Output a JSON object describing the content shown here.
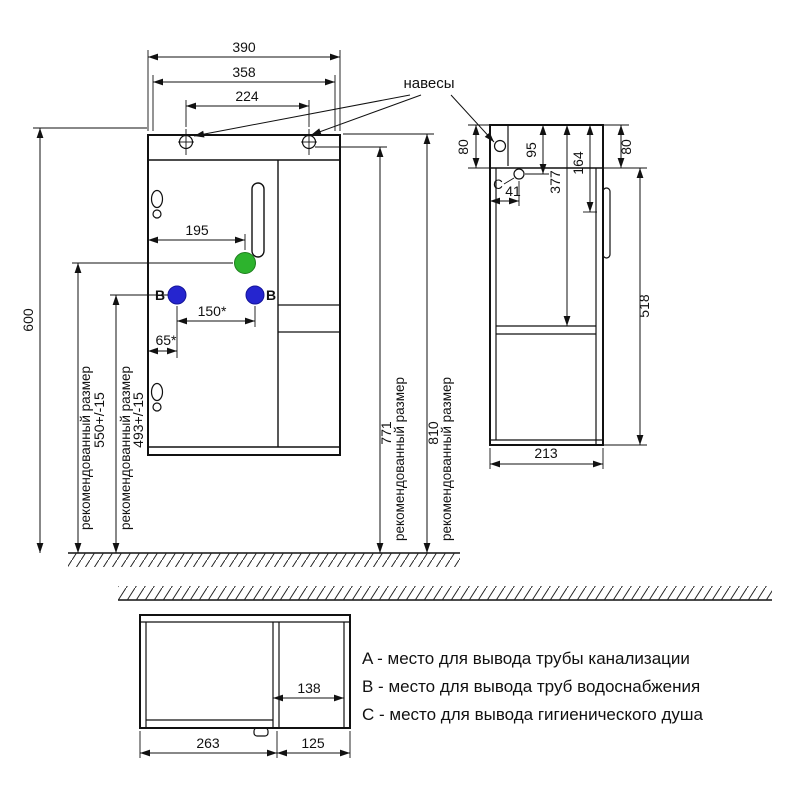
{
  "colors": {
    "line": "#111111",
    "outlet_a": "#2db32d",
    "outlet_b": "#2525cf"
  },
  "front_view": {
    "hangers_label": "навесы",
    "dim_width_overall": "390",
    "dim_width_inner": "358",
    "dim_hanger_spacing": "224",
    "dim_outlet_a_offset": "195",
    "dim_outlet_b_spacing": "150*",
    "dim_outlet_b_offset": "65*",
    "dim_height": "600",
    "dim_outlet_a_height": "550+/-15",
    "dim_outlet_b_height": "493+/-15",
    "dim_hanger_height": "771",
    "dim_top_height": "810",
    "recommended_label": "рекомендованный размер",
    "outlet_b_label": "B"
  },
  "side_view": {
    "dim_top_rail_left": "80",
    "dim_top_rail_right": "80",
    "dim_outlet_c_height": "95",
    "dim_shelf_height": "377",
    "dim_164": "164",
    "dim_body_height": "518",
    "dim_depth": "213",
    "dim_outlet_c_offset": "41",
    "outlet_c_label": "C"
  },
  "top_view": {
    "dim_open_inner_width": "138",
    "dim_door_section_width": "263",
    "dim_open_section_width": "125"
  },
  "legend": {
    "item_a": "A - место для вывода трубы канализации",
    "item_b": "B - место для вывода труб водоснабжения",
    "item_c": "C - место для вывода гигиенического душа"
  }
}
